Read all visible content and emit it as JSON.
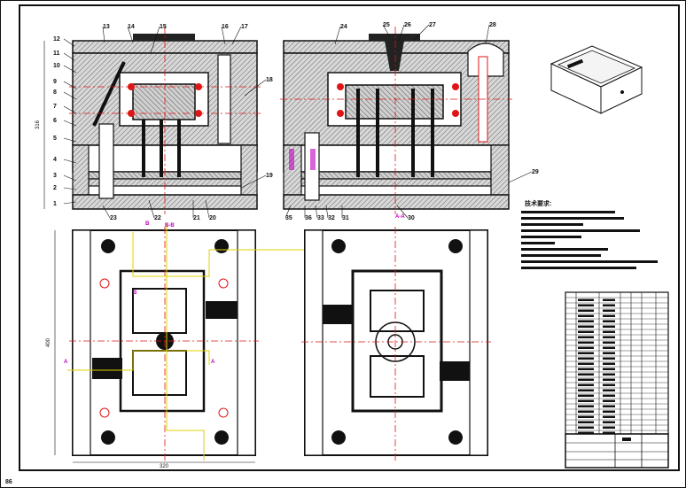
{
  "drawing": {
    "part_labels": [
      "13",
      "14",
      "15",
      "16",
      "17",
      "12",
      "11",
      "10",
      "9",
      "8",
      "7",
      "6",
      "5",
      "4",
      "3",
      "2",
      "1",
      "18",
      "19",
      "24",
      "25",
      "26",
      "27",
      "28",
      "29",
      "23",
      "22",
      "21",
      "20",
      "35",
      "36",
      "33",
      "32",
      "31",
      "30"
    ],
    "section_markers": [
      "B-B",
      "A-A",
      "B",
      "B",
      "A",
      "A"
    ],
    "dimensions": {
      "height_left": "400",
      "width_bottom": "320",
      "height_section": "316"
    },
    "notes_heading": "技术要求:",
    "sheet_mark": "86",
    "colors": {
      "line": "#111111",
      "hatch": "#8a8a8a",
      "red": "#e01515",
      "yellow": "#e0d000",
      "magenta": "#c000c0"
    }
  }
}
